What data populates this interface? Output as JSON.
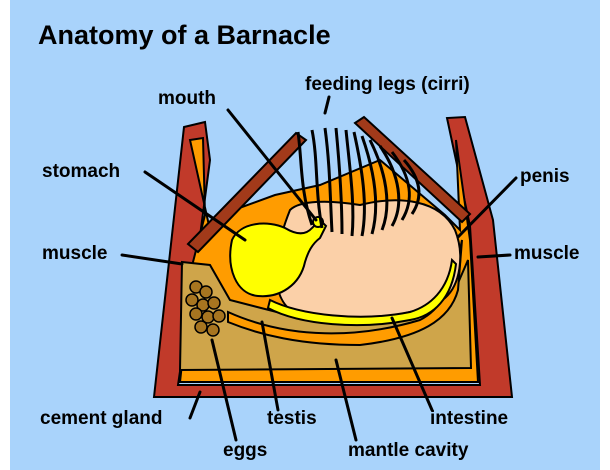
{
  "title": "Anatomy of a Barnacle",
  "labels": {
    "feeding_legs": "feeding legs (cirri)",
    "mouth": "mouth",
    "stomach": "stomach",
    "penis": "penis",
    "muscle_left": "muscle",
    "muscle_right": "muscle",
    "cement_gland": "cement gland",
    "testis": "testis",
    "intestine": "intestine",
    "eggs": "eggs",
    "mantle_cavity": "mantle cavity"
  },
  "colors": {
    "background": "#a9d3fb",
    "shell": "#c13a2a",
    "plate": "#a23a1a",
    "mantle": "#ff9c00",
    "body": "#fbd0a8",
    "cavity": "#cfa54a",
    "stomach": "#ffff00",
    "eggs": "#a77520"
  }
}
